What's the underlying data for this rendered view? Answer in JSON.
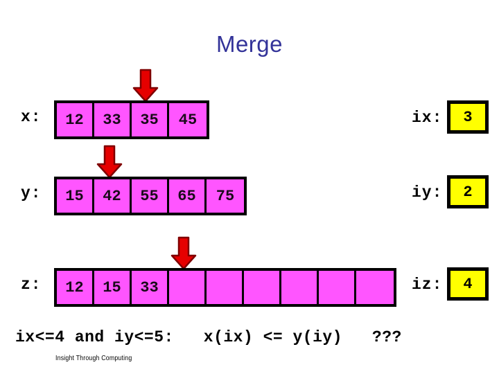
{
  "slide": {
    "title": "Merge",
    "title_color": "#333399",
    "background": "#ffffff",
    "cell_color": "#ff55ff",
    "index_box_color": "#ffff00",
    "arrow_color": "#e60000"
  },
  "rows": [
    {
      "name": "x",
      "label": "x:",
      "values": [
        "12",
        "33",
        "35",
        "45"
      ],
      "cell_count": 4,
      "arrow_cell_index": 3
    },
    {
      "name": "y",
      "label": "y:",
      "values": [
        "15",
        "42",
        "55",
        "65",
        "75"
      ],
      "cell_count": 5,
      "arrow_cell_index": 2
    },
    {
      "name": "z",
      "label": "z:",
      "values": [
        "12",
        "15",
        "33",
        "",
        "",
        "",
        "",
        "",
        ""
      ],
      "cell_count": 9,
      "arrow_cell_index": 4
    }
  ],
  "indices": [
    {
      "name": "ix",
      "label": "ix:",
      "value": "3"
    },
    {
      "name": "iy",
      "label": "iy:",
      "value": "2"
    },
    {
      "name": "iz",
      "label": "iz:",
      "value": "4"
    }
  ],
  "bottom": {
    "condition": "ix<=4 and iy<=5:",
    "gap1": "   ",
    "comparison": "x(ix) <= y(iy)",
    "gap2": "   ",
    "question": "???"
  },
  "footer": {
    "text": "Insight Through Computing"
  }
}
